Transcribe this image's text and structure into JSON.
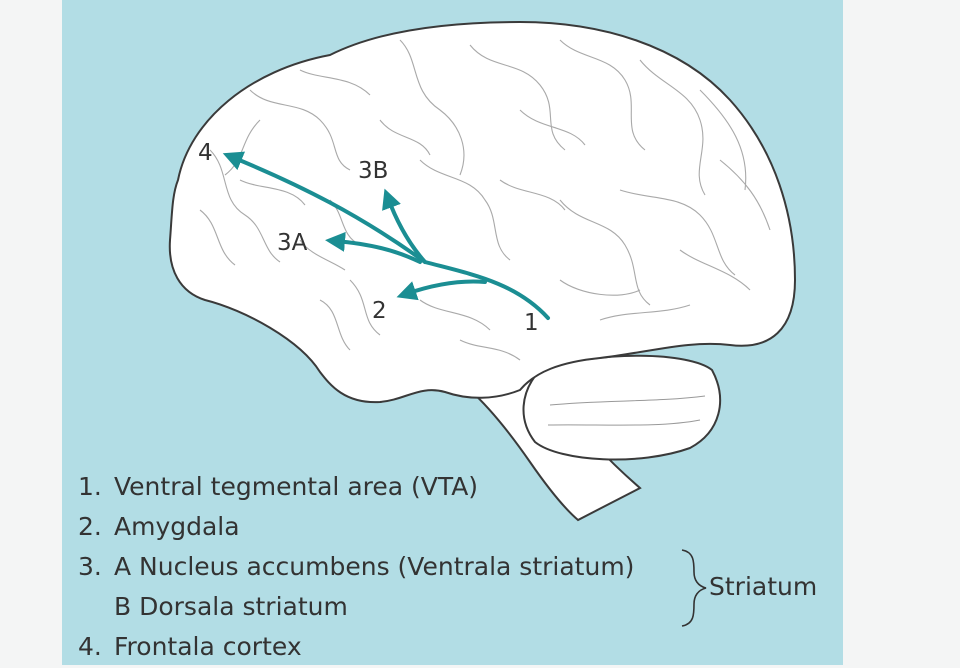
{
  "labels": {
    "l1": "1",
    "l2": "2",
    "l3a": "3A",
    "l3b": "3B",
    "l4": "4"
  },
  "legend": {
    "item1": {
      "num": "1.",
      "text": "Ventral tegmental area (VTA)"
    },
    "item2": {
      "num": "2.",
      "text": "Amygdala"
    },
    "item3a": {
      "num": "3.",
      "text": "A  Nucleus accumbens (Ventrala striatum)"
    },
    "item3b": {
      "text": "B  Dorsala striatum"
    },
    "item4": {
      "num": "4.",
      "text": "Frontala cortex"
    }
  },
  "group": {
    "label": "Striatum"
  },
  "colors": {
    "arrow": "#1b8e93",
    "background": "#b2dde5",
    "brain": "#ffffff",
    "outline": "#3a3a3a"
  }
}
